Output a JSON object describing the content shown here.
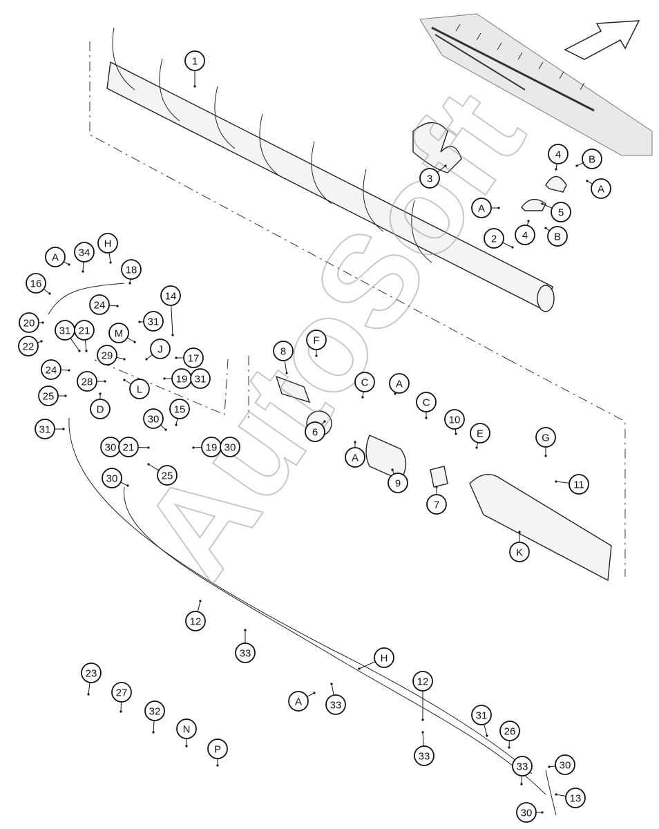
{
  "watermark": "AutoSoft",
  "callouts": [
    {
      "id": "c1",
      "label": "1"
    },
    {
      "id": "c2",
      "label": "2"
    },
    {
      "id": "c3",
      "label": "3"
    },
    {
      "id": "c4a",
      "label": "4"
    },
    {
      "id": "c4b",
      "label": "4"
    },
    {
      "id": "c5",
      "label": "5"
    },
    {
      "id": "cBa",
      "label": "B"
    },
    {
      "id": "cBb",
      "label": "B"
    },
    {
      "id": "cAa",
      "label": "A"
    },
    {
      "id": "cAb",
      "label": "A"
    },
    {
      "id": "cAc",
      "label": "A"
    },
    {
      "id": "cAd",
      "label": "A"
    },
    {
      "id": "cAe",
      "label": "A"
    },
    {
      "id": "cAf",
      "label": "A"
    },
    {
      "id": "c34",
      "label": "34"
    },
    {
      "id": "cHa",
      "label": "H"
    },
    {
      "id": "cHb",
      "label": "H"
    },
    {
      "id": "c16",
      "label": "16"
    },
    {
      "id": "c18",
      "label": "18"
    },
    {
      "id": "c24a",
      "label": "24"
    },
    {
      "id": "c24b",
      "label": "24"
    },
    {
      "id": "c14",
      "label": "14"
    },
    {
      "id": "c20",
      "label": "20"
    },
    {
      "id": "c22",
      "label": "22"
    },
    {
      "id": "c31a",
      "label": "31"
    },
    {
      "id": "c21a",
      "label": "21"
    },
    {
      "id": "cM",
      "label": "M"
    },
    {
      "id": "c31b",
      "label": "31"
    },
    {
      "id": "c29",
      "label": "29"
    },
    {
      "id": "cJ",
      "label": "J"
    },
    {
      "id": "c17",
      "label": "17"
    },
    {
      "id": "c28",
      "label": "28"
    },
    {
      "id": "cL",
      "label": "L"
    },
    {
      "id": "c19a",
      "label": "19"
    },
    {
      "id": "c31c",
      "label": "31"
    },
    {
      "id": "c25a",
      "label": "25"
    },
    {
      "id": "cD",
      "label": "D"
    },
    {
      "id": "c31d",
      "label": "31"
    },
    {
      "id": "c15",
      "label": "15"
    },
    {
      "id": "c30a",
      "label": "30"
    },
    {
      "id": "c30b",
      "label": "30"
    },
    {
      "id": "c21b",
      "label": "21"
    },
    {
      "id": "c19b",
      "label": "19"
    },
    {
      "id": "c30c",
      "label": "30"
    },
    {
      "id": "c25b",
      "label": "25"
    },
    {
      "id": "c30d",
      "label": "30"
    },
    {
      "id": "c8",
      "label": "8"
    },
    {
      "id": "cF",
      "label": "F"
    },
    {
      "id": "cCa",
      "label": "C"
    },
    {
      "id": "cCb",
      "label": "C"
    },
    {
      "id": "c6",
      "label": "6"
    },
    {
      "id": "c10",
      "label": "10"
    },
    {
      "id": "cE",
      "label": "E"
    },
    {
      "id": "cG",
      "label": "G"
    },
    {
      "id": "c9",
      "label": "9"
    },
    {
      "id": "c7",
      "label": "7"
    },
    {
      "id": "c11",
      "label": "11"
    },
    {
      "id": "cK",
      "label": "K"
    },
    {
      "id": "c12a",
      "label": "12"
    },
    {
      "id": "c33a",
      "label": "33"
    },
    {
      "id": "c33b",
      "label": "33"
    },
    {
      "id": "c12b",
      "label": "12"
    },
    {
      "id": "c31e",
      "label": "31"
    },
    {
      "id": "c26",
      "label": "26"
    },
    {
      "id": "c33c",
      "label": "33"
    },
    {
      "id": "c33d",
      "label": "33"
    },
    {
      "id": "c30e",
      "label": "30"
    },
    {
      "id": "c13",
      "label": "13"
    },
    {
      "id": "c30f",
      "label": "30"
    },
    {
      "id": "c23",
      "label": "23"
    },
    {
      "id": "c27",
      "label": "27"
    },
    {
      "id": "c32",
      "label": "32"
    },
    {
      "id": "cN",
      "label": "N"
    },
    {
      "id": "cP",
      "label": "P"
    }
  ]
}
